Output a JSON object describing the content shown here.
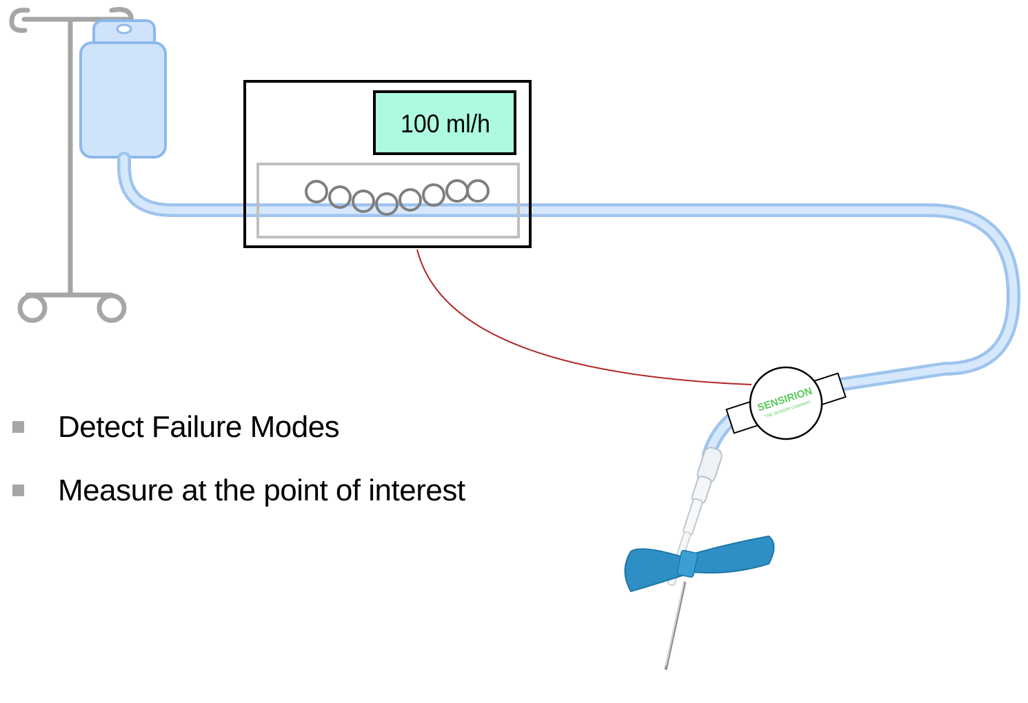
{
  "pump": {
    "display_text": "100 ml/h"
  },
  "sensor": {
    "brand": "SENSIRION",
    "tagline": "THE SENSOR COMPANY"
  },
  "bullets": [
    {
      "text": "Detect Failure Modes"
    },
    {
      "text": "Measure at the point of interest"
    }
  ],
  "colors": {
    "tubing": "#c5dcf5",
    "tubing_edge": "#9ec4ee",
    "bag_fill": "#cfe4fb",
    "bag_edge": "#8db9ea",
    "pole": "#a6a6a6",
    "pump_frame": "#000000",
    "display_fill": "#adfadf",
    "roller_box": "#bfbfbf",
    "cable": "#b22222",
    "sensor_logo": "#5cc85c",
    "wings": "#2e8fc4"
  },
  "icons": {
    "iv_stand": "iv-pole-icon",
    "iv_bag": "iv-bag-icon",
    "pump": "infusion-pump-icon",
    "sensor": "flow-sensor-icon",
    "needle": "butterfly-needle-icon"
  }
}
